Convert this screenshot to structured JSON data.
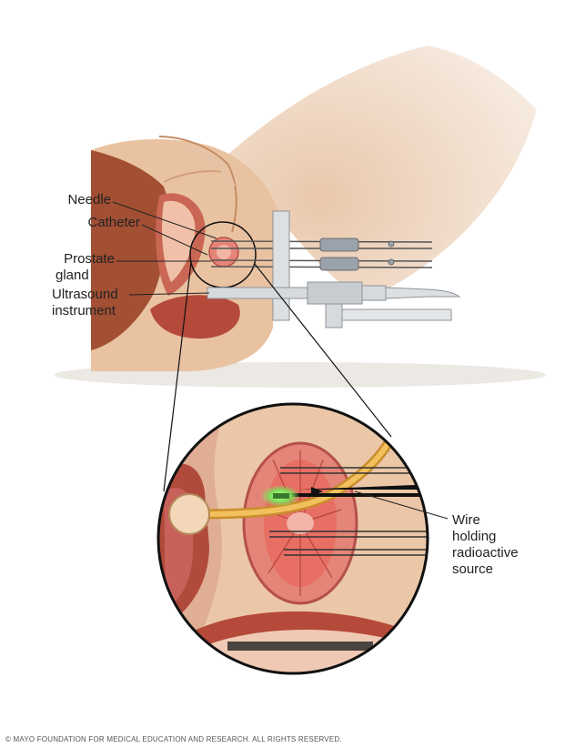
{
  "labels": {
    "needle": "Needle",
    "catheter": "Catheter",
    "prostate_line1": "Prostate",
    "prostate_line2": "gland",
    "ultrasound_line1": "Ultrasound",
    "ultrasound_line2": "instrument",
    "wire_line1": "Wire",
    "wire_line2": "holding",
    "wire_line3": "radioactive",
    "wire_line4": "source"
  },
  "copyright": "© MAYO FOUNDATION FOR MEDICAL EDUCATION AND RESEARCH. ALL RIGHTS RESERVED.",
  "colors": {
    "skin": "#ebc7a7",
    "skin_dark": "#d9ab86",
    "bowel": "#b2563f",
    "prostate": "#e07a6f",
    "catheter": "#e8b04a",
    "source_glow": "#7de35a",
    "instrument": "#c8ccd0"
  }
}
